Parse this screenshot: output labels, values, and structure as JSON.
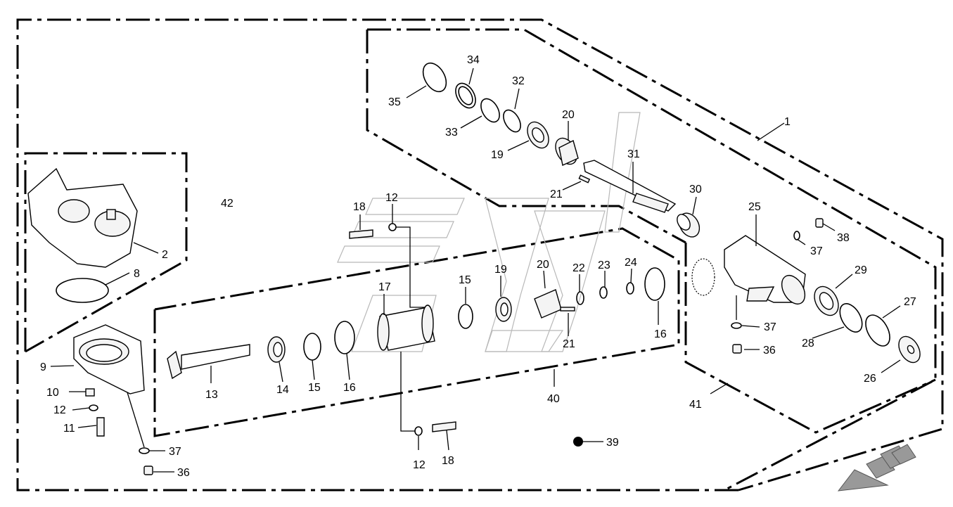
{
  "callouts": {
    "n1": "1",
    "n2": "2",
    "n8": "8",
    "n9": "9",
    "n10": "10",
    "n11": "11",
    "n12a": "12",
    "n12b": "12",
    "n12c": "12",
    "n13": "13",
    "n14": "14",
    "n15a": "15",
    "n15b": "15",
    "n16a": "16",
    "n16b": "16",
    "n17": "17",
    "n18a": "18",
    "n18b": "18",
    "n19a": "19",
    "n19b": "19",
    "n20a": "20",
    "n20b": "20",
    "n21a": "21",
    "n21b": "21",
    "n22": "22",
    "n23": "23",
    "n24": "24",
    "n25": "25",
    "n26": "26",
    "n27": "27",
    "n28": "28",
    "n29": "29",
    "n30": "30",
    "n31": "31",
    "n32": "32",
    "n33": "33",
    "n34": "34",
    "n35": "35",
    "n36a": "36",
    "n36b": "36",
    "n37a": "37",
    "n37b": "37",
    "n37c": "37",
    "n38": "38",
    "n39": "39",
    "n40": "40",
    "n41": "41",
    "n42": "42"
  },
  "colors": {
    "line": "#000000",
    "watermark": "#b8b8b8",
    "arrow": "#999999"
  },
  "icons": {
    "legend_marker": "filled-circle",
    "direction": "flow-arrow-icon"
  }
}
